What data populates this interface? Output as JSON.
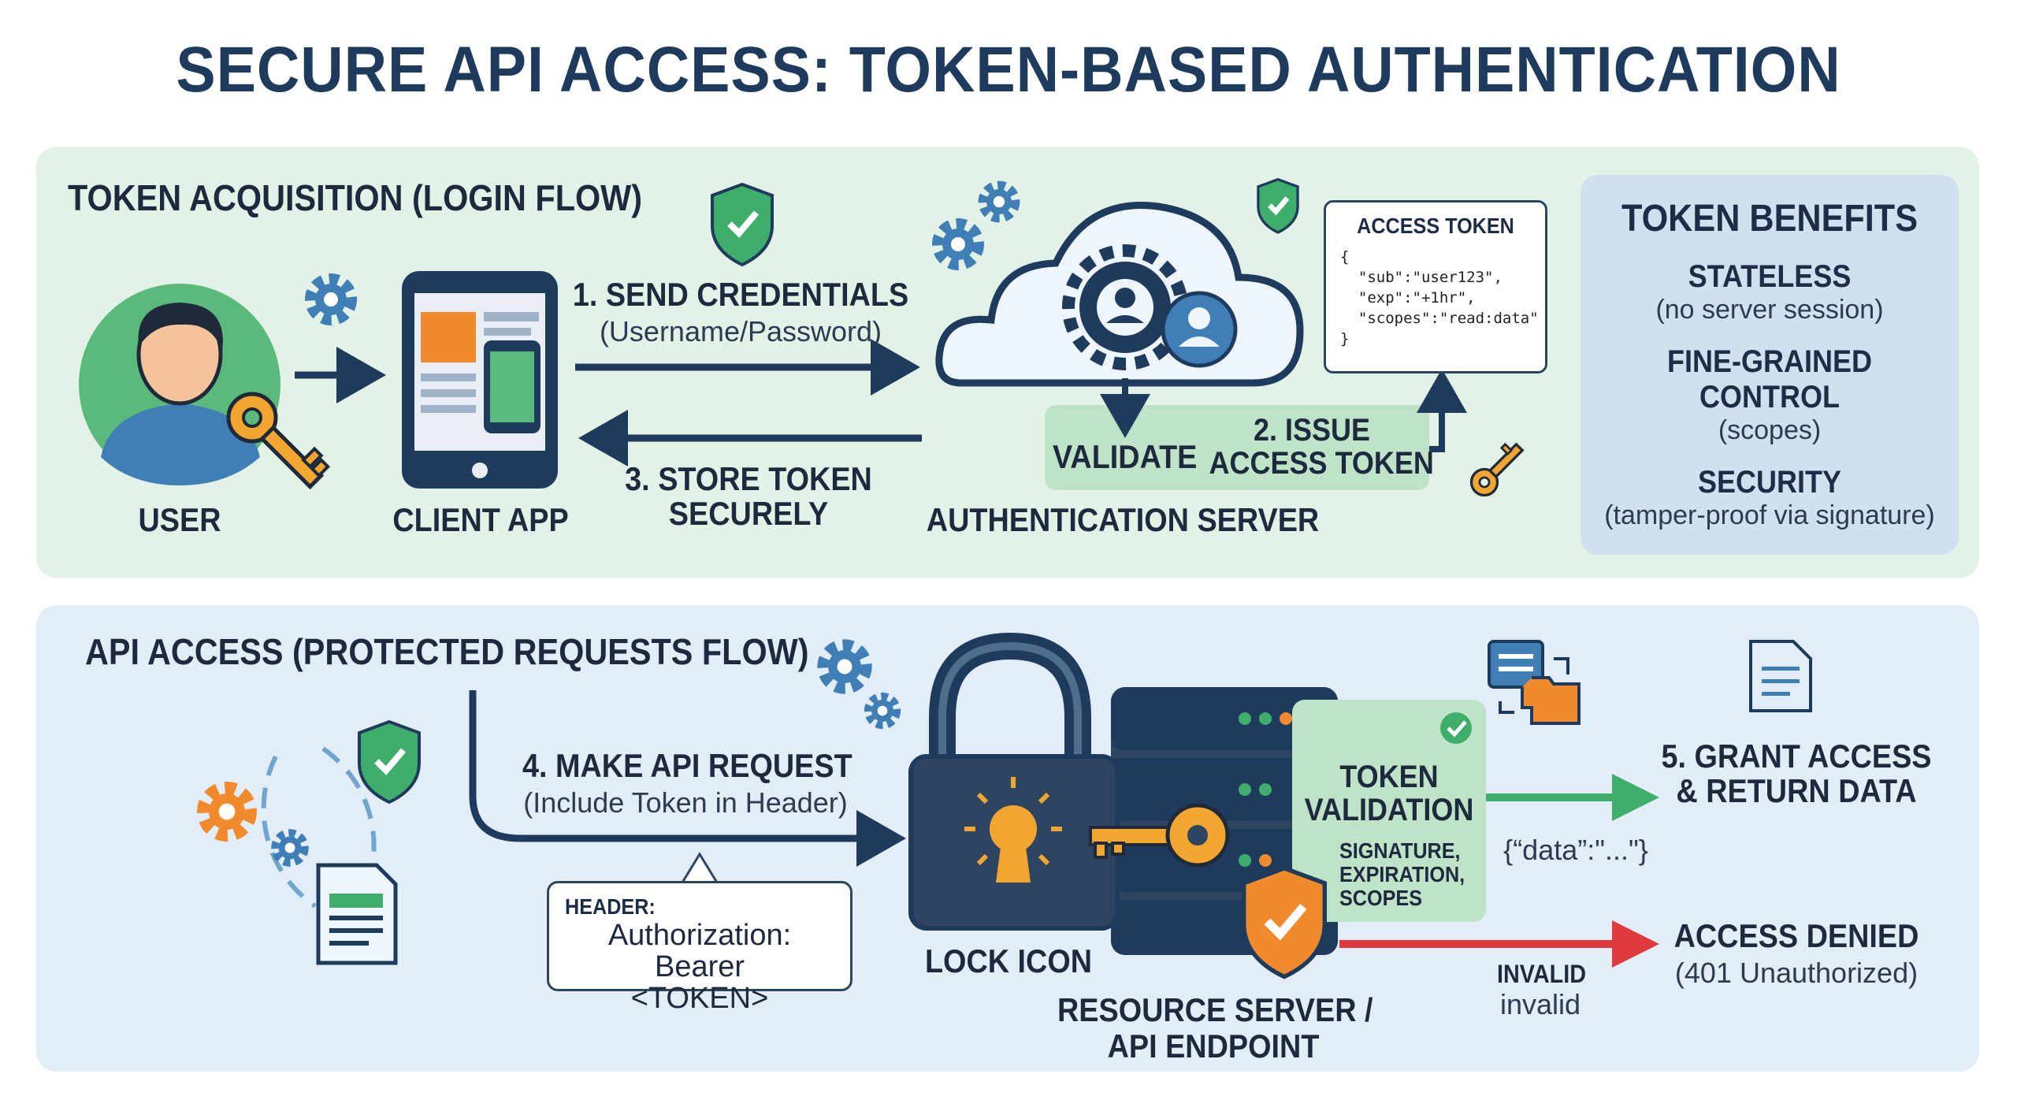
{
  "title": "SECURE API ACCESS: TOKEN-BASED AUTHENTICATION",
  "colors": {
    "navy": "#1e3a5c",
    "green": "#3fae6a",
    "orange": "#f08a2c",
    "red": "#e0393e",
    "blue": "#3f7fb5"
  },
  "acquisition": {
    "title": "TOKEN ACQUISITION (LOGIN FLOW)",
    "user_label": "USER",
    "client_label": "CLIENT APP",
    "step1_title": "1. SEND CREDENTIALS",
    "step1_sub": "(Username/Password)",
    "step3_line1": "3. STORE TOKEN",
    "step3_line2": "SECURELY",
    "validate_label": "VALIDATE",
    "step2_line1": "2. ISSUE",
    "step2_line2": "ACCESS TOKEN",
    "server_label": "AUTHENTICATION SERVER",
    "token_box": {
      "header": "ACCESS TOKEN",
      "lines": [
        "{",
        "  \"sub\":\"user123\",",
        "  \"exp\":\"+1hr\",",
        "  \"scopes\":\"read:data\"",
        "}"
      ]
    }
  },
  "benefits": {
    "title": "TOKEN BENEFITS",
    "items": [
      {
        "heading": "STATELESS",
        "desc": "(no server session)"
      },
      {
        "heading": "FINE-GRAINED CONTROL",
        "desc": "(scopes)"
      },
      {
        "heading": "SECURITY",
        "desc": "(tamper-proof via signature)"
      }
    ]
  },
  "api": {
    "title": "API ACCESS (PROTECTED REQUESTS FLOW)",
    "step4_title": "4. MAKE API REQUEST",
    "step4_sub": "(Include Token in Header)",
    "header_box": {
      "label": "HEADER:",
      "line1": "Authorization: Bearer",
      "line2": "<TOKEN>"
    },
    "lock_label": "LOCK ICON",
    "server_line1": "RESOURCE SERVER /",
    "server_line2": "API ENDPOINT",
    "token_validation_line1": "TOKEN",
    "token_validation_line2": "VALIDATION",
    "checks_line1": "SIGNATURE,",
    "checks_line2": "EXPIRATION,",
    "checks_line3": "SCOPES",
    "step5_line1": "5. GRANT ACCESS",
    "step5_line2": "& RETURN DATA",
    "data_sample": "{“data”:\"...\"}",
    "invalid_upper": "INVALID",
    "invalid_lower": "invalid",
    "denied_title": "ACCESS DENIED",
    "denied_sub": "(401 Unauthorized)"
  }
}
